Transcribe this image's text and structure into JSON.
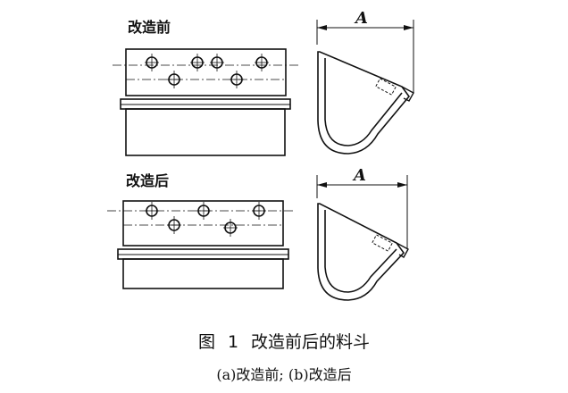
{
  "labels": {
    "before": "改造前",
    "after": "改造后",
    "dimension": "A"
  },
  "caption": {
    "prefix": "图",
    "number": "1",
    "title": "改造前后的料斗"
  },
  "subcaption": "(a)改造前; (b)改造后"
}
